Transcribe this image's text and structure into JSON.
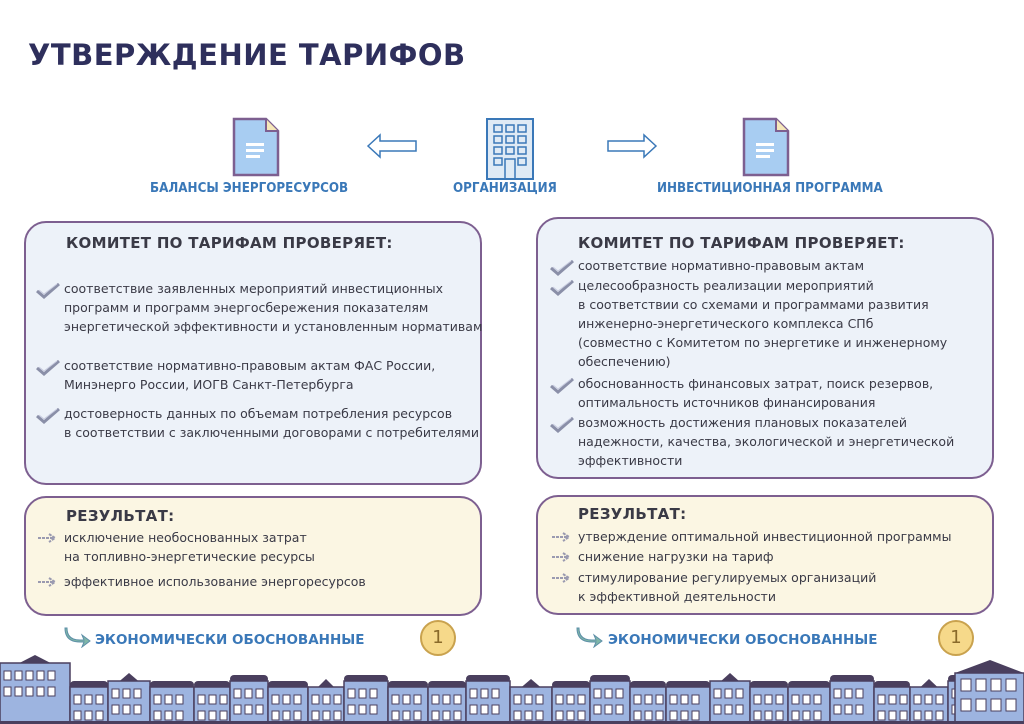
{
  "title": "УТВЕРЖДЕНИЕ ТАРИФОВ",
  "top": {
    "left_label": "БАЛАНСЫ ЭНЕРГОРЕСУРСОВ",
    "center_label": "ОРГАНИЗАЦИЯ",
    "right_label": "ИНВЕСТИЦИОННАЯ ПРОГРАММА"
  },
  "left": {
    "check_heading": "КОМИТЕТ ПО ТАРИФАМ ПРОВЕРЯЕТ:",
    "checks": [
      [
        "соответствие заявленных мероприятий инвестиционных",
        "программ и программ энергосбережения показателям",
        "энергетической эффективности и установленным нормативам"
      ],
      [
        "соответствие нормативно-правовым актам ФАС России,",
        "Минэнерго России, ИОГВ Санкт-Петербурга"
      ],
      [
        "достоверность данных по объемам потребления ресурсов",
        "в соответствии с заключенными договорами с потребителями"
      ]
    ],
    "result_heading": "РЕЗУЛЬТАТ:",
    "results": [
      [
        "исключение необоснованных затрат",
        "на топливно-энергетические ресурсы"
      ],
      [
        "эффективное использование энергоресурсов"
      ]
    ],
    "footer": "ЭКОНОМИЧЕСКИ ОБОСНОВАННЫЕ",
    "coin": "1"
  },
  "right": {
    "check_heading": "КОМИТЕТ ПО ТАРИФАМ ПРОВЕРЯЕТ:",
    "checks": [
      [
        "соответствие нормативно-правовым актам"
      ],
      [
        "целесообразность реализации мероприятий",
        "в соответствии со схемами и программами развития",
        "инженерно-энергетического комплекса СПб",
        "(совместно с Комитетом по энергетике и инженерному",
        "обеспечению)"
      ],
      [
        "обоснованность финансовых затрат, поиск резервов,",
        "оптимальность источников финансирования"
      ],
      [
        "возможность достижения плановых показателей",
        "надежности, качества, экологической и энергетической",
        "эффективности"
      ]
    ],
    "result_heading": "РЕЗУЛЬТАТ:",
    "results": [
      [
        "утверждение  оптимальной  инвестиционной  программы"
      ],
      [
        "снижение нагрузки на тариф"
      ],
      [
        "стимулирование регулируемых  организаций",
        "к эффективной деятельности"
      ]
    ],
    "footer": "ЭКОНОМИЧЕСКИ ОБОСНОВАННЫЕ",
    "coin": "1"
  }
}
